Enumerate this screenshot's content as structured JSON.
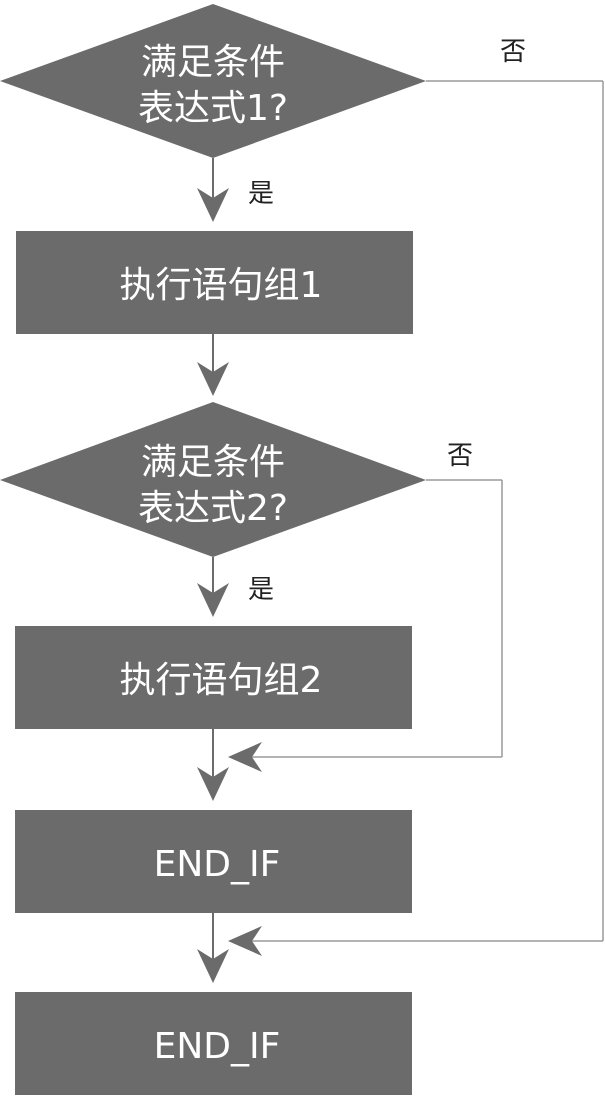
{
  "colors": {
    "node_fill": "#6b6b6b",
    "arrow": "#6b6b6b",
    "line": "#9a9a9a",
    "node_text": "#ffffff",
    "edge_text": "#222222",
    "background": "#ffffff"
  },
  "nodes": {
    "decision1": {
      "line1": "满足条件",
      "line2": "表达式1?"
    },
    "process1": {
      "label": "执行语句组1"
    },
    "decision2": {
      "line1": "满足条件",
      "line2": "表达式2?"
    },
    "process2": {
      "label": "执行语句组2"
    },
    "end_if_inner": {
      "label": "END_IF"
    },
    "end_if_outer": {
      "label": "END_IF"
    }
  },
  "edges": {
    "decision1_yes": "是",
    "decision1_no": "否",
    "decision2_yes": "是",
    "decision2_no": "否"
  }
}
